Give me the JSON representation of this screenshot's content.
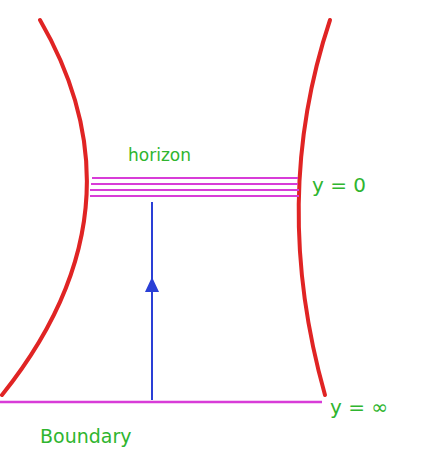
{
  "diagram": {
    "labels": [
      "horizon",
      "y = 0",
      "y = ∞",
      "Boundary"
    ]
  }
}
